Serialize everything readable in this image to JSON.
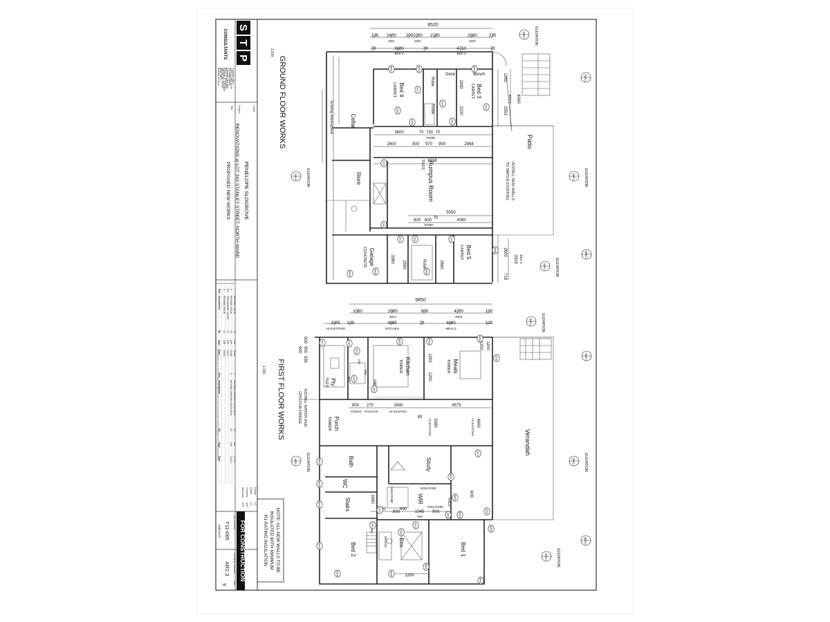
{
  "title_block": {
    "logo_letters": [
      "S",
      "T",
      "P"
    ],
    "company": "CONSULTANTS",
    "company_address": [
      "Townsville Office",
      "Level 1 Ledger House",
      "141 Walker Street",
      "Townsville QLD 4810",
      "Phone 07 4760 6600",
      "Facsimile 07 4760 6600",
      "ABN 88 086 586 980",
      "Email Office",
      "Brisbane & Cairns"
    ],
    "client_label": "Client",
    "client": "PENELOPE SLOGROVE",
    "project_label": "Project",
    "project": "RENOVATIONS at LOT 343 STANLEY STREET, NORTH WARD",
    "sheet_title_label": "Title",
    "sheet_title": "PROPOSED NEW WORKS",
    "revisions": [
      {
        "rev": "7",
        "desc": "REVISED ISSUE",
        "by": "LC",
        "chk": "AJP",
        "date": "08/08/"
      },
      {
        "rev": "6",
        "desc": "REVISED ISSUE",
        "by": "LC",
        "chk": "AJP",
        "date": "05/08/"
      },
      {
        "rev": "P5",
        "desc": "PRELIMINARY ISSUE",
        "by": "LC",
        "chk": "AJP",
        "date": "03/07/"
      },
      {
        "rev": "5",
        "desc": "REVISED ISSUE",
        "by": "LC",
        "chk": "AJP",
        "date": "29/08/"
      }
    ],
    "revisions_right": [
      {
        "rev": "9",
        "desc": "REVISED WINDOW LOCATIONS",
        "by": "LC",
        "chk": "AJP",
        "date": "27/10/"
      },
      {
        "rev": "8",
        "desc": "REVISED WINDOW LOCATIONS",
        "by": "LC",
        "chk": "AJP",
        "date": "22/10/"
      }
    ],
    "rev_header": {
      "rev": "Rev",
      "desc": "Amendment",
      "by": "By",
      "chk": "Appr",
      "date": "Date"
    },
    "design": "Design",
    "drawn": "Drawn",
    "checked": "Checked",
    "approved_row": "Approved",
    "design_by": "LC",
    "drawn_by": "LC",
    "checked_by": "AJP",
    "approved_by": "AJP",
    "stamp": "FOR CONSTRUCTION",
    "job_number_label": "Job Number",
    "job_number": "T11-065",
    "drawing_number_label": "Drawing Number",
    "drawing_number": "AR1.3",
    "rev_label": "Rev",
    "rev": "9",
    "approved_label": "Approved",
    "footer_note": "THIS DRAWING SHALL NOT BE COPIED OR REPRODUCED IN ANY FORM WITHOUT WRITTEN CONSENT FROM STP CONSULTANTS"
  },
  "note": {
    "lines": [
      "NOTE: ALL NEW WALLS TO BE",
      "INSULATED WITH MINIMUM",
      "R1 RATING INSULATION"
    ]
  },
  "ground_floor": {
    "title": "GROUND FLOOR WORKS",
    "scale": "1:100",
    "overall_dim": "8520",
    "dims_top": [
      "105",
      "2400",
      "200",
      "1000",
      "2180",
      "2600",
      "235"
    ],
    "window_tags_top": [
      "W01",
      "W02",
      "W03"
    ],
    "dims_second": [
      "70",
      "3600",
      "70",
      "4710",
      "70"
    ],
    "bed_labels_dim": [
      "BED 4",
      "BED 3"
    ],
    "rooms": {
      "bed4": "Bed 4",
      "bed4_floor": "CARPET",
      "bed3": "Bed 3",
      "bed3_floor": "CARPET",
      "robe1": "Robe",
      "robe2": "Robe",
      "desk": "Desk",
      "bench": "Bench",
      "cellar": "Cellar",
      "store": "Store",
      "rumpus": "Rumpus Room",
      "rumpus_floor": "TILES",
      "patio": "Patio",
      "garage": "Garage",
      "garage_floor": "CONCRETE",
      "robe3": "Robe",
      "bed5": "Bed 5",
      "bed5_floor": "CARPET"
    },
    "dims_mid": [
      "3600",
      "70",
      "730",
      "70",
      "2600",
      "900",
      "970",
      "900",
      "2968",
      "8338",
      "5550",
      "800",
      "600",
      "70",
      "4080",
      "3380",
      "2550",
      "2660",
      "2100",
      "1830"
    ],
    "dim_right": [
      "1292",
      "4040",
      "2553",
      "2600",
      "3318",
      "718"
    ],
    "existing_wall": "Existing retaining wall",
    "install_note": [
      "INSTALL NEW WALLS",
      "TO MATCH EXISTING"
    ],
    "robe_label": "ROBE",
    "d_tags": [
      "D01",
      "D02",
      "D03",
      "D04",
      "D05",
      "D06",
      "D07",
      "D08"
    ],
    "w_tags": [
      "W01",
      "W02",
      "W03",
      "W04",
      "W05",
      "W06"
    ],
    "elevation": "ELEVATION",
    "sections": [
      "A",
      "1",
      "3",
      "B",
      "2",
      "4"
    ],
    "sheet_refs": [
      "AR3.1",
      "AR2.1",
      "AR3.1",
      "AR2.1",
      "AR3.1",
      "AR2.1"
    ],
    "bed_labels_right": [
      "BED 3",
      "BED 3"
    ]
  },
  "first_floor": {
    "title": "FIRST FLOOR WORKS",
    "scale": "1:100",
    "overall_dim": "9850",
    "dims_top": [
      "1050",
      "3900",
      "600",
      "4200",
      "100"
    ],
    "window_tags_top": [
      "WD4",
      "WD5"
    ],
    "dims_second": [
      "2005",
      "100",
      "4895",
      "70",
      "4680",
      "100"
    ],
    "labels_second": [
      "AS EXISTING",
      "KITCHEN",
      "MEALS"
    ],
    "rooms": {
      "kitchen": "Kitchen",
      "kitchen_floor": "TIMBER",
      "meals": "Meals",
      "meals_floor": "TIMBER",
      "pty": "Pty",
      "pty_floor": "TILES",
      "porch": "Porch",
      "porch_floor": "TIMBER",
      "verandah": "Verandah",
      "bath": "Bath",
      "wc": "WC",
      "stairs": "Stairs",
      "bed2": "Bed 2",
      "study": "Study",
      "wir": "WIR",
      "ens": "Ens",
      "bed1": "Bed 1"
    },
    "dims_mid": [
      "500",
      "900",
      "530",
      "900",
      "1200",
      "1200",
      "1200",
      "1200",
      "1460",
      "800",
      "270",
      "2840",
      "89",
      "4575",
      "3380",
      "4600",
      "1690",
      "800",
      "600",
      "800",
      "1045",
      "900",
      "1200",
      "600"
    ],
    "install_note": [
      "INSTALL WATER AND",
      "GPO FOR FRIDGE"
    ],
    "small_labels": [
      "FRIDGE",
      "PASSAGE",
      "AS EXISTING",
      "AS EXISTING",
      "AS EXISTING",
      "600w ROBE",
      "600w ROBE",
      "300w ROBE",
      "SHELF",
      "WIR",
      "LINEN",
      "BROOM",
      "DW",
      "REF",
      "MW"
    ],
    "elevation": "ELEVATION",
    "sections": [
      "4",
      "A",
      "1",
      "3",
      "B",
      "2"
    ],
    "sheet_refs": [
      "AR2.1",
      "AR3.1",
      "AR2.1",
      "AR2.1",
      "AR3.1",
      "AR2.1"
    ]
  }
}
